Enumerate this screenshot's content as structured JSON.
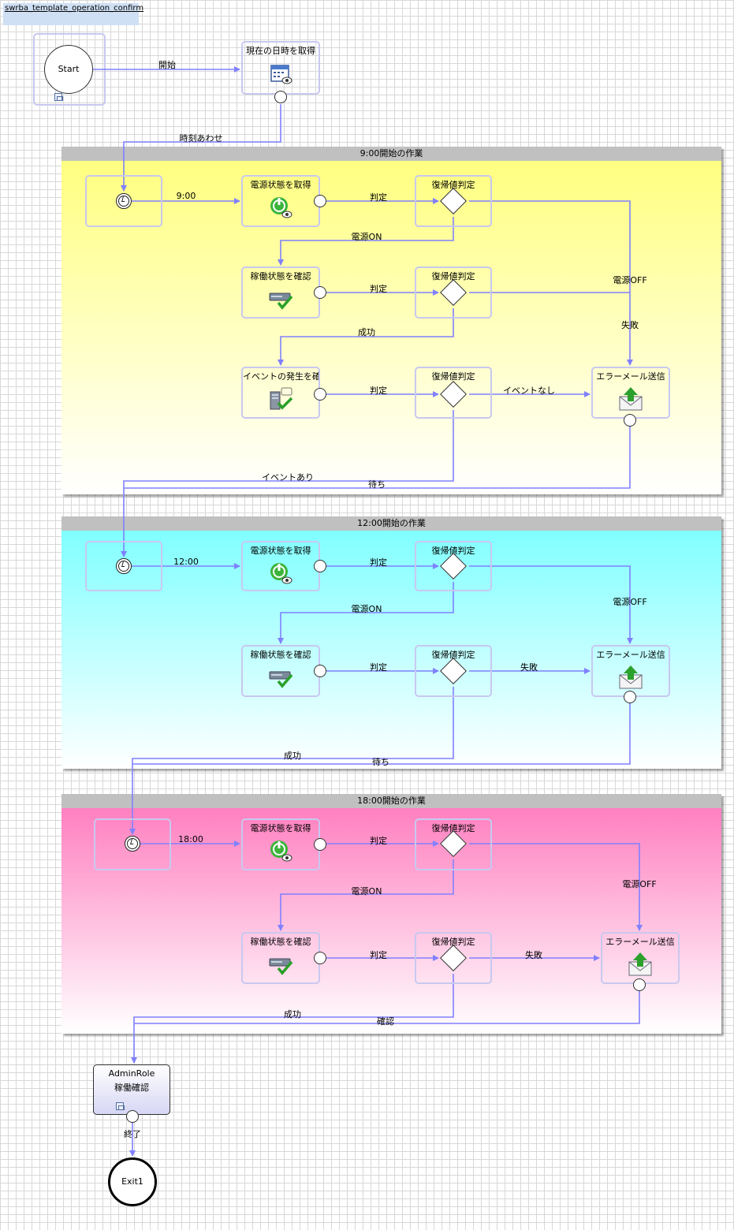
{
  "window": {
    "title": "swrba_template_operation_confirm"
  },
  "colors": {
    "edge": "#8080ff",
    "lane1": "#ffff80",
    "lane2": "#80ffff",
    "lane3": "#ff80c0"
  },
  "start": {
    "label": "Start"
  },
  "get_datetime": {
    "label": "現在の日時を取得",
    "icon": "calendar-eye-icon"
  },
  "edges": {
    "start": "開始",
    "time_adjust": "時刻あわせ",
    "t900": "9:00",
    "t1200": "12:00",
    "t1800": "18:00",
    "judge": "判定",
    "power_on": "電源ON",
    "power_off": "電源OFF",
    "failure": "失敗",
    "success": "成功",
    "no_event": "イベントなし",
    "event_exists": "イベントあり",
    "wait": "待ち",
    "confirm": "確認",
    "end": "終了"
  },
  "lanes": [
    {
      "header": "9:00開始の作業"
    },
    {
      "header": "12:00開始の作業"
    },
    {
      "header": "18:00開始の作業"
    }
  ],
  "nodes": {
    "power_get": "電源状態を取得",
    "operation_check": "稼働状態を確認",
    "event_check": "イベントの発生を確...",
    "return_judge": "復帰値判定",
    "error_mail": "エラーメール送信"
  },
  "role": {
    "line1": "AdminRole",
    "line2": "稼働確認"
  },
  "exit": {
    "label": "Exit1"
  }
}
